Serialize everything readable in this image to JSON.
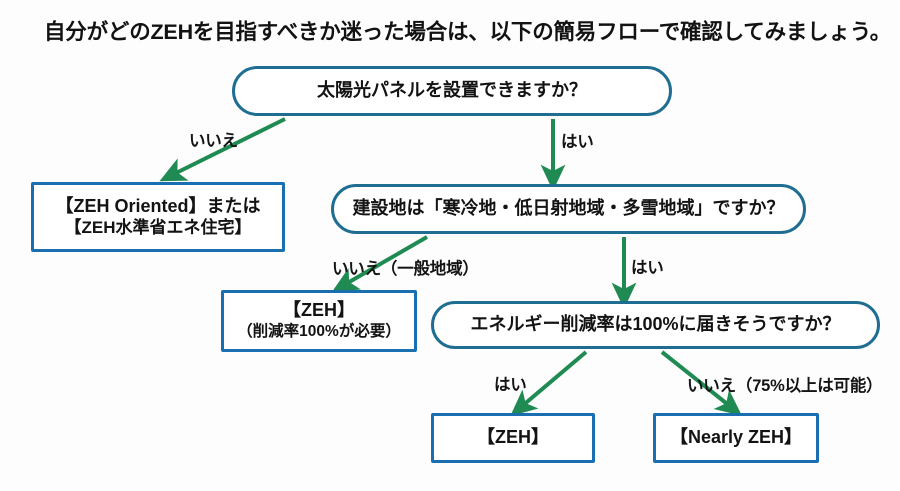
{
  "heading": {
    "text": "自分がどのZEHを目指すべきか迷った場合は、以下の簡易フローで確認してみましょう。"
  },
  "colors": {
    "decision_border": "#1f6e91",
    "result_border": "#1a6fb0",
    "arrow": "#1f8a52",
    "text": "#131313",
    "background": "#fdfdfd"
  },
  "nodes": {
    "solar": {
      "type": "decision",
      "text": "太陽光パネルを設置できますか？"
    },
    "oriented": {
      "type": "result",
      "line1": "【ZEH Oriented】または",
      "line2": "【ZEH水準省エネ住宅】"
    },
    "climate": {
      "type": "decision",
      "text": "建設地は「寒冷地・低日射地域・多雪地域」ですか？"
    },
    "zeh_cold": {
      "type": "result",
      "line1": "【ZEH】",
      "sub": "（削減率100%が必要）"
    },
    "energy": {
      "type": "decision",
      "text": "エネルギー削減率は100%に届きそうですか？"
    },
    "zeh": {
      "type": "result",
      "line1": "【ZEH】"
    },
    "nearly_zeh": {
      "type": "result",
      "line1": "【Nearly ZEH】"
    }
  },
  "edges": {
    "solar_no": {
      "label": "いいえ",
      "from": "solar",
      "to": "oriented"
    },
    "solar_yes": {
      "label": "はい",
      "from": "solar",
      "to": "climate"
    },
    "climate_no": {
      "label": "いいえ（一般地域）",
      "from": "climate",
      "to": "zeh_cold"
    },
    "climate_yes": {
      "label": "はい",
      "from": "climate",
      "to": "energy"
    },
    "energy_yes": {
      "label": "はい",
      "from": "energy",
      "to": "zeh"
    },
    "energy_no": {
      "label": "いいえ（75%以上は可能）",
      "from": "energy",
      "to": "nearly_zeh"
    }
  }
}
